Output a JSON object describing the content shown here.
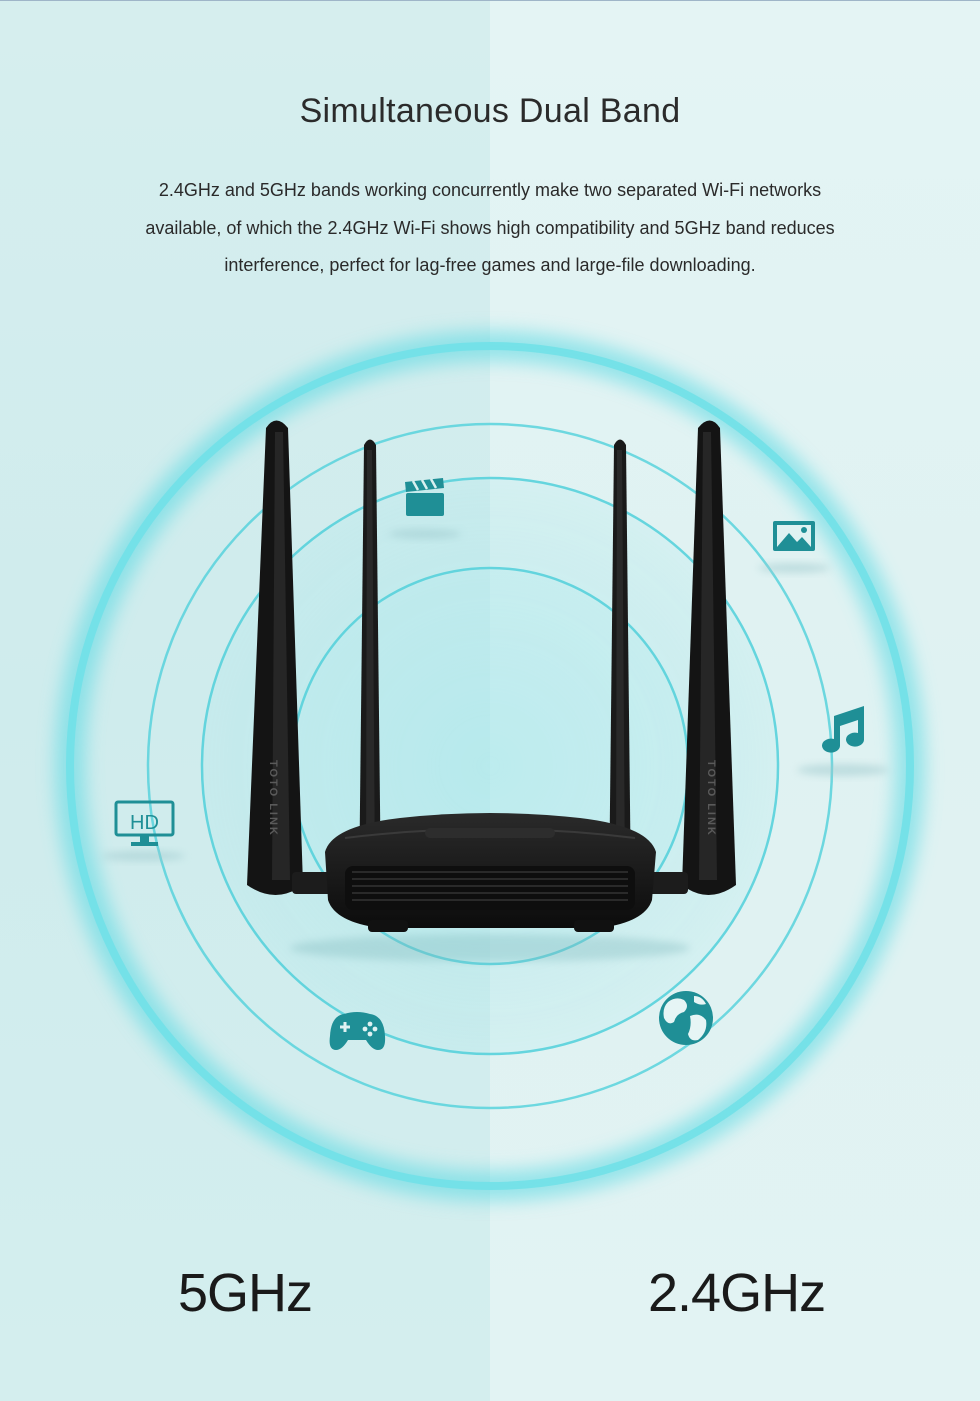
{
  "heading": {
    "title": "Simultaneous Dual Band",
    "description_lines": [
      "2.4GHz and 5GHz bands working concurrently make two separated Wi-Fi networks",
      "available, of which the 2.4GHz Wi-Fi  shows high compatibility and 5GHz band reduces",
      "interference, perfect for lag-free games and large-file downloading."
    ]
  },
  "bands": {
    "left_label": "5GHz",
    "right_label": "2.4GHz"
  },
  "icons": {
    "movie": "clapperboard-icon",
    "picture": "image-icon",
    "music": "music-note-icon",
    "hd": "hd-monitor-icon",
    "hd_text": "HD",
    "game": "gamepad-icon",
    "globe": "globe-icon"
  },
  "router": {
    "brand_text": "TOTO LINK"
  },
  "colors": {
    "accent": "#1f8f96",
    "ring": "#4fd4de",
    "router": "#161616"
  }
}
